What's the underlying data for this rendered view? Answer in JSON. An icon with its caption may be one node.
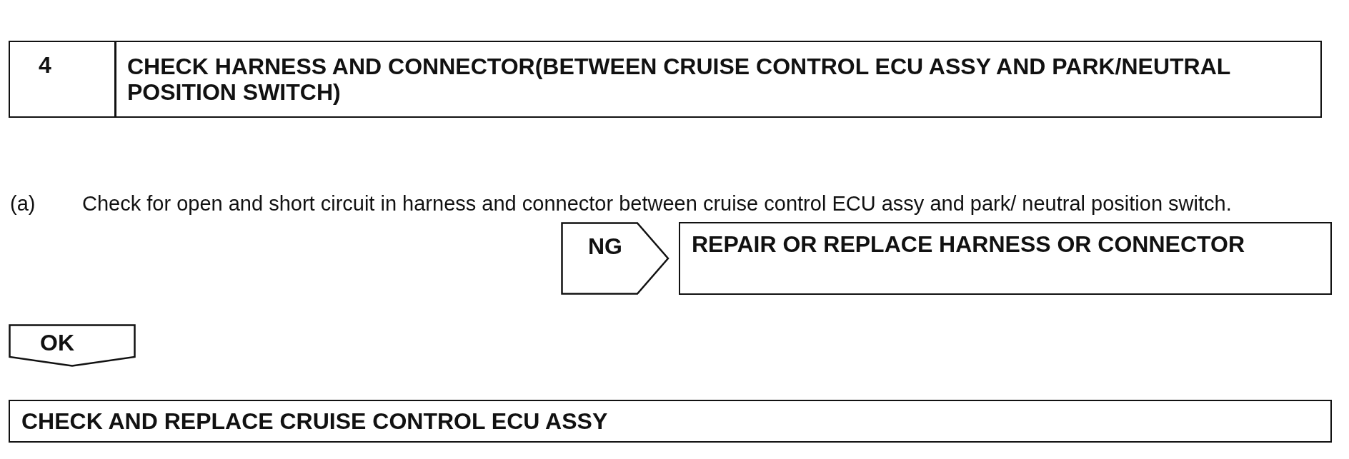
{
  "diagram": {
    "nodes": [
      {
        "text": [
          "4",
          "CHECK HARNESS AND CONNECTOR(BETWEEN CRUISE CONTROL ECU ASSY AND PARK/NEUTRAL POSITION SWITCH)"
        ]
      },
      {
        "text": [
          "NG"
        ]
      },
      {
        "text": [
          "REPAIR OR REPLACE HARNESS OR CONNECTOR"
        ]
      },
      {
        "text": [
          "OK"
        ]
      },
      {
        "text": [
          "CHECK AND REPLACE CRUISE CONTROL ECU ASSY"
        ]
      }
    ],
    "labels": [
      "(a)",
      "Check for open and short circuit in harness and connector between cruise control ECU assy and park/ neutral position switch."
    ]
  }
}
